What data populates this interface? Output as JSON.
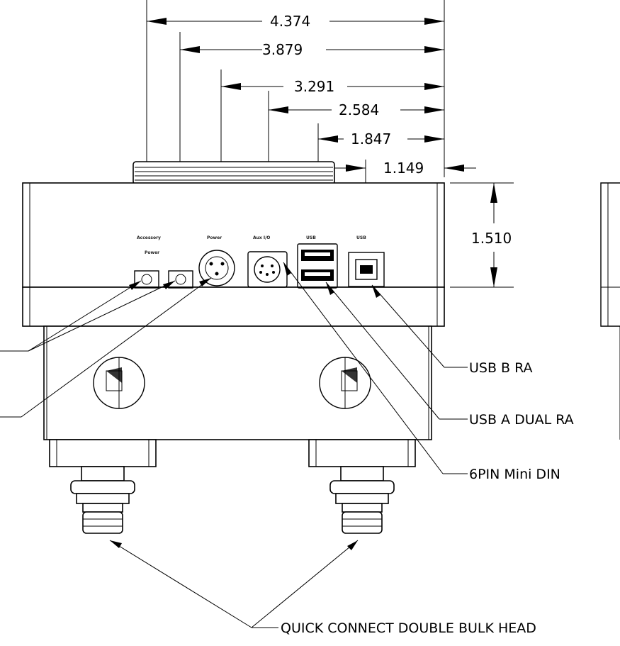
{
  "dimensions": {
    "d1": "4.374",
    "d2": "3.879",
    "d3": "3.291",
    "d4": "2.584",
    "d5": "1.847",
    "d6": "1.149",
    "height": "1.510"
  },
  "callouts": {
    "usb_b": "USB B RA",
    "usb_a": "USB A DUAL RA",
    "mini_din": "6PIN Mini DIN",
    "quick_connect": "QUICK CONNECT DOUBLE BULK HEAD"
  },
  "panel_labels": {
    "accessory_1": "Accessory",
    "accessory_2": "Power",
    "power": "Power",
    "aux_io": "Aux I/O",
    "usb": "USB",
    "usb_b": "USB"
  }
}
